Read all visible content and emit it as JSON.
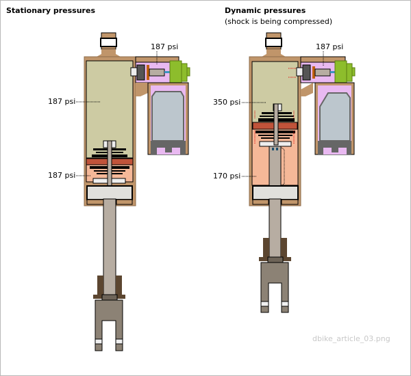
{
  "left": {
    "title": "Stationary pressures",
    "label_reservoir": "187 psi",
    "label_upper": "187 psi",
    "label_lower": "187 psi"
  },
  "right": {
    "title": "Dynamic pressures",
    "subtitle": "(shock is being compressed)",
    "label_reservoir": "187 psi",
    "label_upper": "350 psi",
    "label_lower": "170 psi"
  },
  "watermark": "dbike_article_03.png",
  "colors": {
    "body": "#c0956a",
    "upper_chamber": "#cdcba3",
    "lower_chamber": "#f5b898",
    "reservoir_gas": "#e9b9f1",
    "bladder": "#bcc6cd",
    "adjuster": "#8dbd2c",
    "piston": "#c0533a",
    "shaft": "#b7ada2",
    "eyelet": "#8c8275",
    "bumper": "#5c4630",
    "flow_arrow": "#e00000"
  }
}
